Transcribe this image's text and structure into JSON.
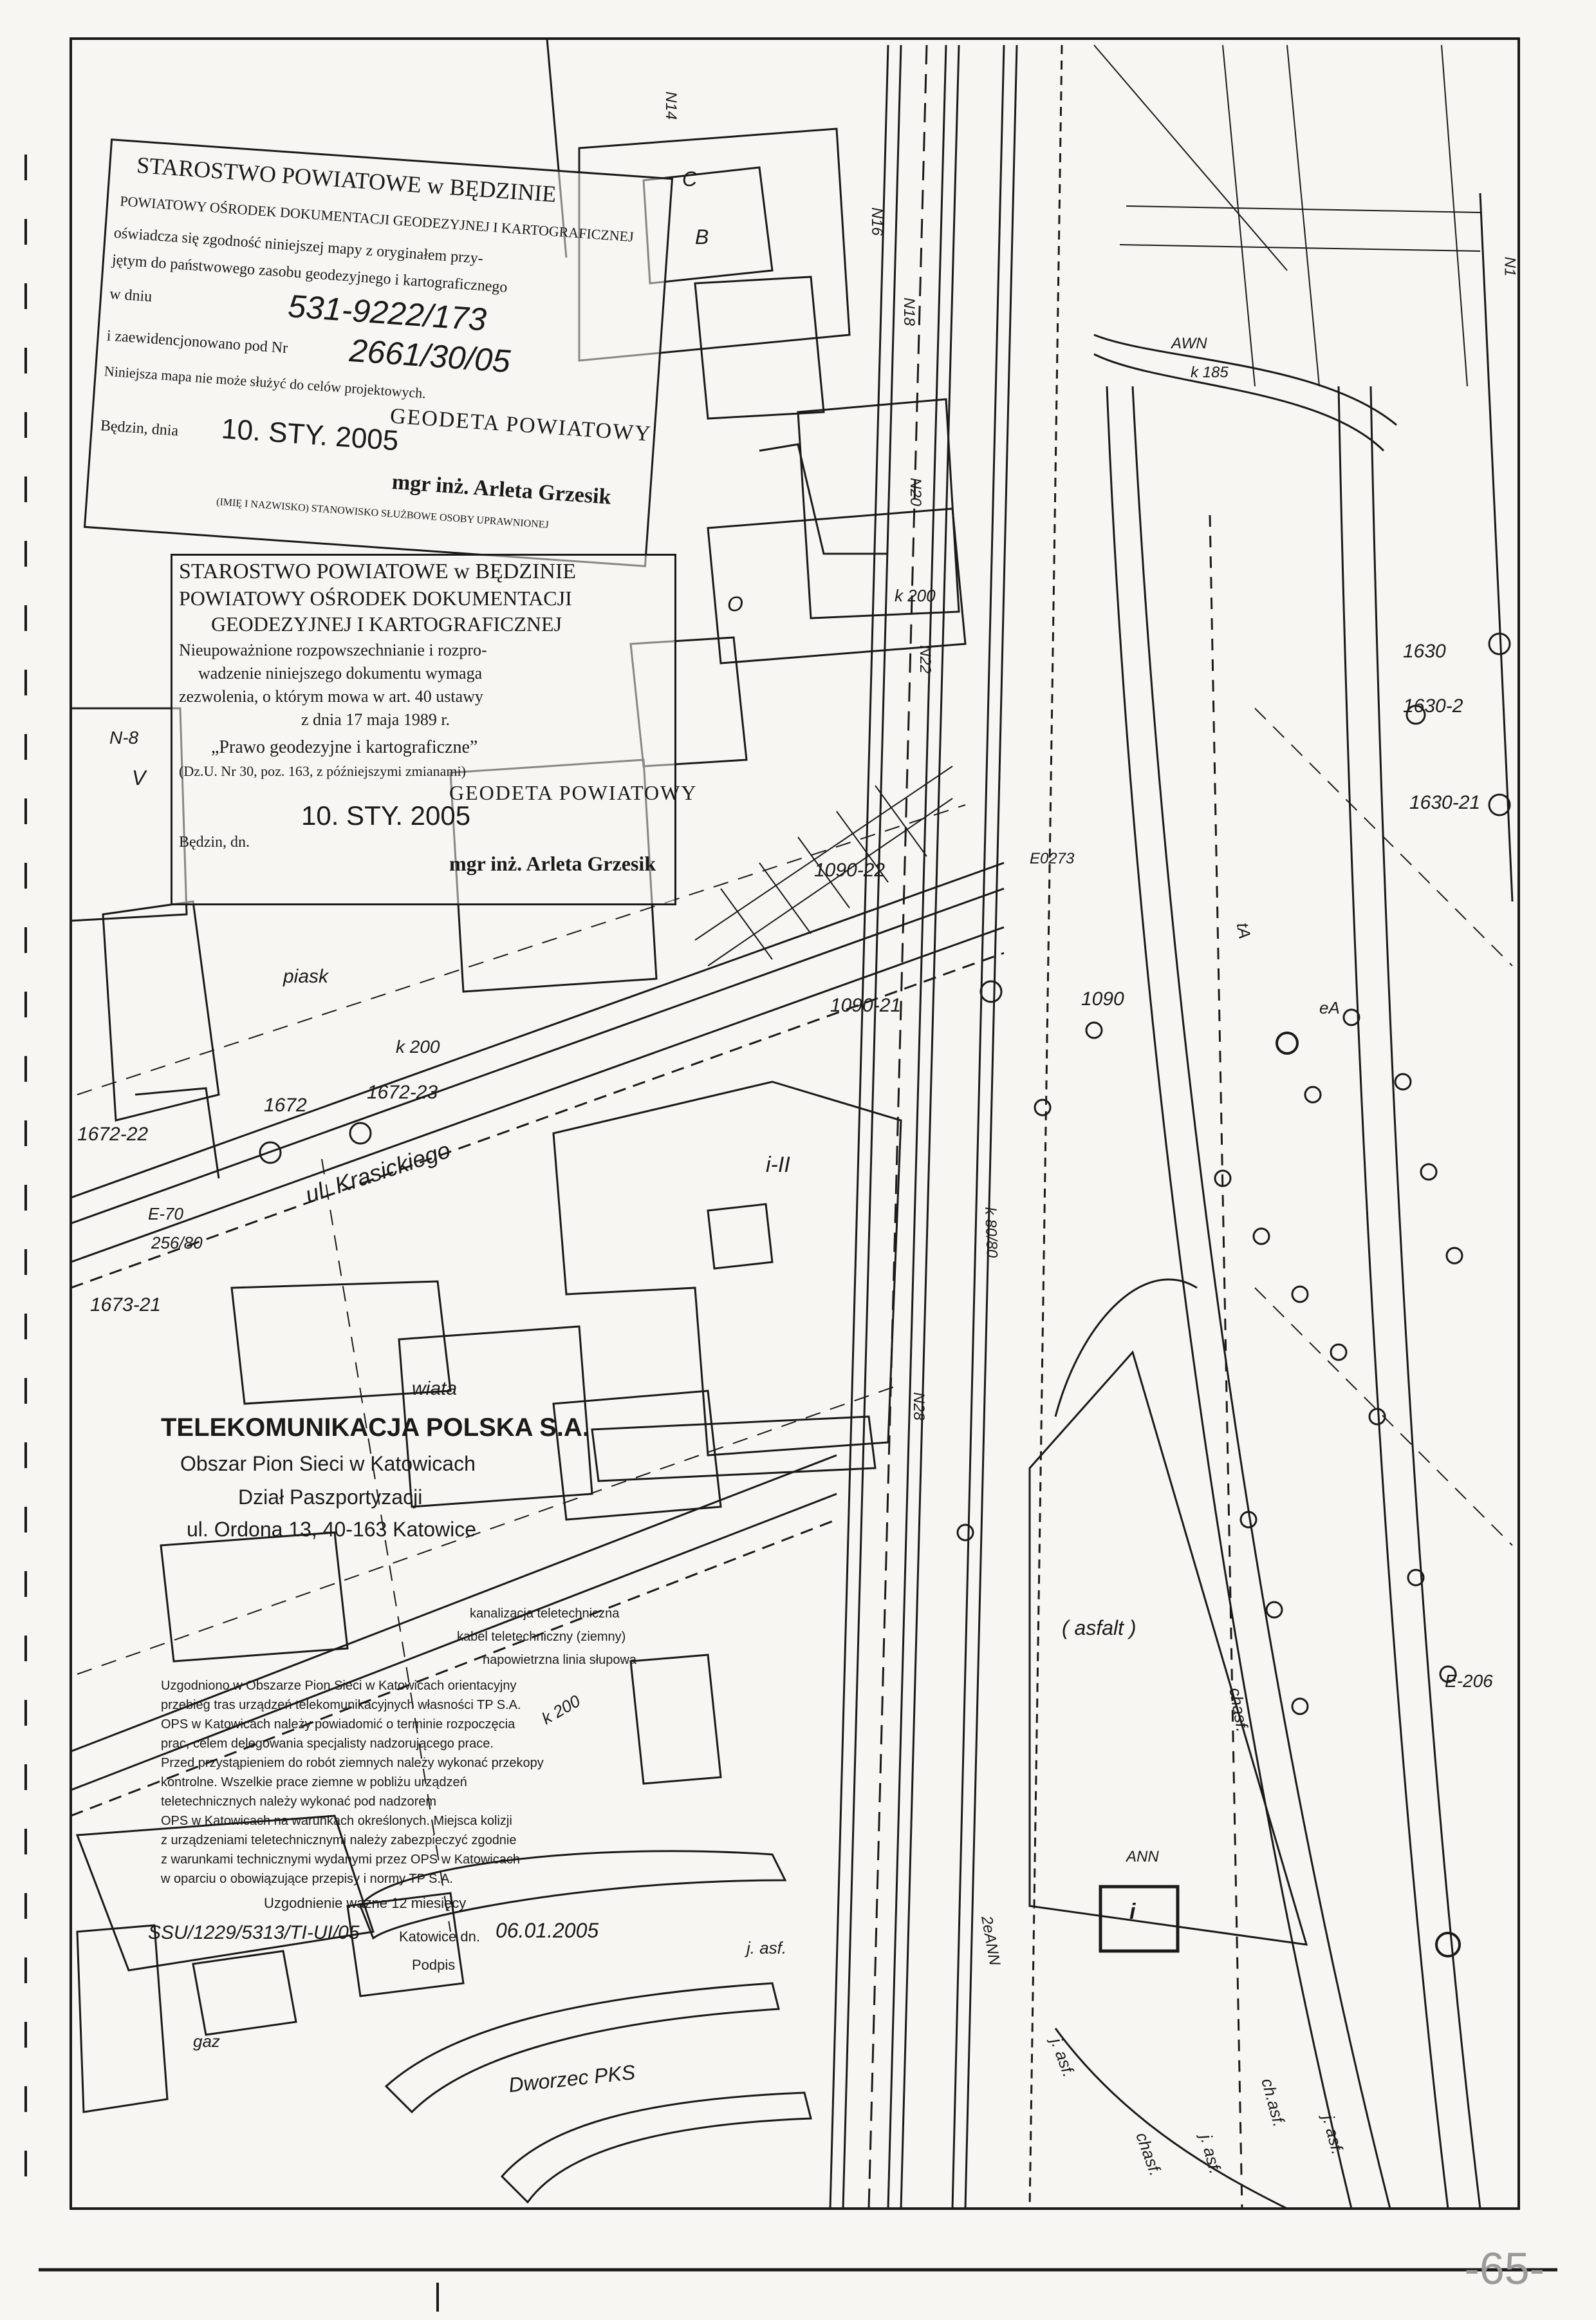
{
  "stamp_top": {
    "office": "STAROSTWO POWIATOWE w BĘDZINIE",
    "center": "POWIATOWY OŚRODEK DOKUMENTACJI GEODEZYJNEJ I KARTOGRAFICZNEJ",
    "line1": "oświadcza się zgodność niniejszej mapy z oryginałem przy-",
    "line2": "jętym do państwowego zasobu geodezyjnego i kartograficznego",
    "line3_label": "w dniu",
    "line3_value": "531-9222/173",
    "line4_label": "i zaewidencjonowano pod Nr",
    "line4_value": "2661/30/05",
    "line5": "Niniejsza mapa nie może służyć do celów projektowych.",
    "line6_label": "Będzin, dnia",
    "line6_value": "10. STY. 2005",
    "sign_title": "GEODETA POWIATOWY",
    "sign_name": "mgr inż. Arleta Grzesik",
    "sign_note": "(IMIĘ I NAZWISKO) STANOWISKO SŁUŻBOWE OSOBY UPRAWNIONEJ"
  },
  "stamp_mid": {
    "office": "STAROSTWO POWIATOWE w BĘDZINIE",
    "center1": "POWIATOWY OŚRODEK DOKUMENTACJI",
    "center2": "GEODEZYJNEJ I KARTOGRAFICZNEJ",
    "text1": "Nieupoważnione rozpowszechnianie i rozpro-",
    "text2": "wadzenie niniejszego dokumentu wymaga",
    "text3": "zezwolenia, o którym mowa w art. 40 ustawy",
    "text4": "z dnia 17 maja 1989 r.",
    "text5": "„Prawo geodezyjne i kartograficzne”",
    "text6": "(Dz.U. Nr 30, poz. 163, z późniejszymi zmianami)",
    "date_label": "Będzin, dn.",
    "date_value": "10. STY. 2005",
    "sign_title": "GEODETA POWIATOWY",
    "sign_name": "mgr inż. Arleta Grzesik"
  },
  "tp_stamp": {
    "company": "TELEKOMUNIKACJA POLSKA S.A.",
    "area": "Obszar Pion Sieci w Katowicach",
    "dept": "Dział Paszportyzacji",
    "address": "ul. Ordona 13, 40-163 Katowice",
    "l1": "kanalizacja teletechniczna",
    "l2": "kabel teletechniczny (ziemny)",
    "l3": "napowietrzna linia słupowa",
    "l4": "Uzgodniono w Obszarze Pion Sieci w Katowicach orientacyjny",
    "l5": "przebieg tras urządzeń telekomunikacyjnych własności TP S.A.",
    "l6": "OPS w Katowicach należy powiadomić o terminie rozpoczęcia",
    "l7": "prac, celem delegowania specjalisty nadzorującego prace.",
    "l8": "Przed przystąpieniem do robót ziemnych należy wykonać przekopy",
    "l9": "kontrolne. Wszelkie prace ziemne w pobliżu urządzeń",
    "l10": "teletechnicznych należy wykonać pod nadzorem",
    "l11": "OPS w Katowicach na warunkach określonych. Miejsca kolizji",
    "l12": "z urządzeniami teletechnicznymi należy zabezpieczyć zgodnie",
    "l13": "z warunkami technicznymi wydanymi przez OPS w Katowicach",
    "l14": "w oparciu o obowiązujące przepisy i normy TP S.A.",
    "l15": "Uzgodnienie ważne 12 miesięcy",
    "ref": "SSU/1229/5313/TI-UI/05",
    "city_label": "Katowice dn.",
    "city_date": "06.01.2005",
    "sign_label": "Podpis"
  },
  "labels": {
    "street": "ul. Krasickiego",
    "sand": "piask",
    "shed": "wiata",
    "asphalt": "( asfalt )",
    "bus_station": "Dworzec PKS",
    "j_asf_1": "j. asf.",
    "j_asf_2": "j. asf.",
    "j_asf_3": "j. asf.",
    "j_asf_4": "j. asf.",
    "chasf_1": "chasf.",
    "chasf_2": "chasf.",
    "chasf_3": "ch.asf.",
    "gaz": "gaz",
    "i_ii": "i-II",
    "bld_c": "C",
    "bld_b": "B",
    "bld_o": "O",
    "bld_v": "V",
    "bld_i": "i",
    "n8": "N-8",
    "n14": "N14",
    "n16": "N16",
    "n18": "N18",
    "n20": "N20",
    "n22": "N22",
    "n28": "N28",
    "n1": "N1",
    "k200_a": "k 200",
    "k200_b": "k 200",
    "k200_c": "k 200",
    "k185": "k 185",
    "k80": "k 80/80",
    "p1630": "1630",
    "p1630_2": "1630-2",
    "p1630_21": "1630-21",
    "p1090_21": "1090-21",
    "p1090_22": "1090-22",
    "p1090": "1090",
    "p1672": "1672",
    "p1672_22": "1672-22",
    "p1672_23": "1672-23",
    "p1673_21": "1673-21",
    "p256": "256/80",
    "e70": "E-70",
    "e206": "E-206",
    "e0273": "E0273",
    "awn": "AWN",
    "ann": "ANN",
    "ann2": "2eANN",
    "ea": "eA",
    "ta": "tA",
    "page": "-65-"
  }
}
